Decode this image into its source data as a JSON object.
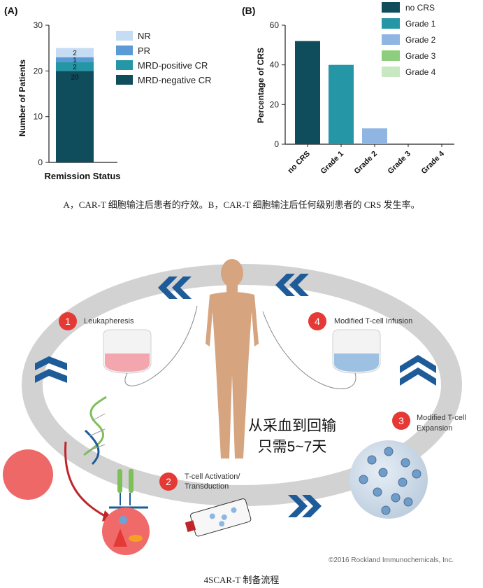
{
  "chart_data": [
    {
      "panel_label": "(A)",
      "type": "bar",
      "stacked": true,
      "categories": [
        ""
      ],
      "xlabel": "Remission Status",
      "ylabel": "Number of Patients",
      "ylim": [
        0,
        30
      ],
      "yticks": [
        "0",
        "10",
        "20",
        "30"
      ],
      "legend_position": "right",
      "series": [
        {
          "name": "MRD-negative CR",
          "values": [
            20
          ],
          "label": "20",
          "color": "#0f4c5c"
        },
        {
          "name": "MRD-positive CR",
          "values": [
            2
          ],
          "label": "2",
          "color": "#2596a6"
        },
        {
          "name": "PR",
          "values": [
            1
          ],
          "label": "1",
          "color": "#5b9bd5"
        },
        {
          "name": "NR",
          "values": [
            2
          ],
          "label": "2",
          "color": "#c6dcf2"
        }
      ],
      "legend_order": [
        "NR",
        "PR",
        "MRD-positive CR",
        "MRD-negative CR"
      ]
    },
    {
      "panel_label": "(B)",
      "type": "bar",
      "categories": [
        "no CRS",
        "Grade 1",
        "Grade 2",
        "Grade 3",
        "Grade 4"
      ],
      "values": [
        52,
        40,
        8,
        0,
        0
      ],
      "colors": [
        "#0f4c5c",
        "#2596a6",
        "#8fb5e2",
        "#8cce7e",
        "#c8e8c1"
      ],
      "xlabel": "",
      "ylabel": "Percentage of CRS",
      "ylim": [
        0,
        60
      ],
      "yticks": [
        "0",
        "20",
        "40",
        "60"
      ],
      "legend_position": "top-right",
      "legend": [
        "no CRS",
        "Grade 1",
        "Grade 2",
        "Grade 3",
        "Grade 4"
      ]
    }
  ],
  "captions": {
    "top": "A，CAR-T 细胞输注后患者的疗效。B，CAR-T 细胞输注后任何级别患者的 CRS 发生率。",
    "bottom": "4SCAR-T 制备流程"
  },
  "diagram": {
    "steps": [
      {
        "number": "1",
        "label": "Leukapheresis"
      },
      {
        "number": "2",
        "label_lines": [
          "T-cell Activation/",
          "Transduction"
        ]
      },
      {
        "number": "3",
        "label_lines": [
          "Modified T-cell",
          "Expansion"
        ]
      },
      {
        "number": "4",
        "label": "Modified T-cell Infusion"
      }
    ],
    "center_text_lines": [
      "从采血到回输",
      "只需5~7天"
    ],
    "copyright": "©2016 Rockland Immunochemicals, Inc."
  }
}
